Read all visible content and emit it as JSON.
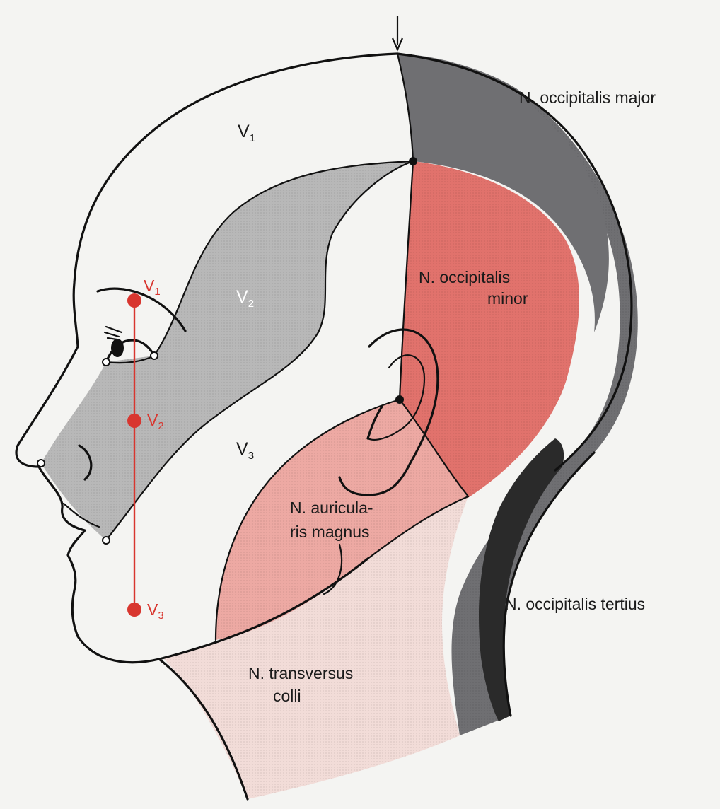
{
  "labels": {
    "v1_scalp": {
      "base": "V",
      "sub": "1"
    },
    "v2_cheek": {
      "base": "V",
      "sub": "2"
    },
    "v3_jaw": {
      "base": "V",
      "sub": "3"
    },
    "occipitalis_major": "N. occipitalis major",
    "occipitalis_minor_line1": "N. occipitalis",
    "occipitalis_minor_line2": "minor",
    "auricularis_line1": "N. auricula-",
    "auricularis_line2": "ris magnus",
    "occipitalis_tertius": "N. occipitalis tertius",
    "transversus_line1": "N. transversus",
    "transversus_line2": "colli"
  },
  "exit_points": [
    {
      "base": "V",
      "sub": "1"
    },
    {
      "base": "V",
      "sub": "2"
    },
    {
      "base": "V",
      "sub": "3"
    }
  ],
  "colors": {
    "background": "#f4f4f2",
    "trigeminal_v2_v3_shading": "#b8b8b8",
    "occipitalis_major": "#6f6f72",
    "occipitalis_minor": "#e1726c",
    "auricularis_magnus": "#eda9a3",
    "transversus_colli": "#f2dcd8",
    "occipitalis_tertius": "#2a2a2a",
    "exit_points": "#d8362f"
  }
}
